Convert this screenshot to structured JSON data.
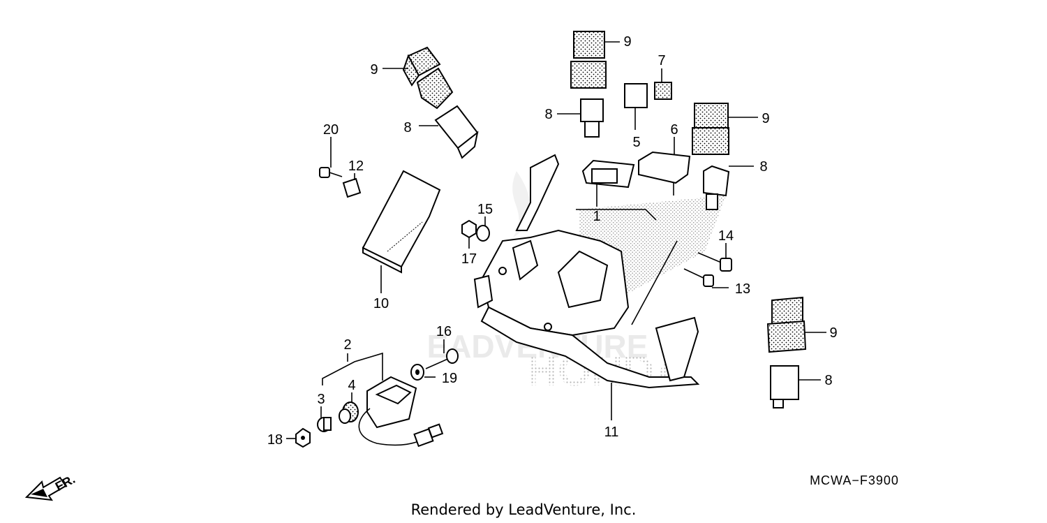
{
  "diagram": {
    "code": "MCWA−F3900",
    "credit": "Rendered by LeadVenture, Inc.",
    "direction_label": "FR.",
    "watermark": {
      "top": "EADVENTURE",
      "brand": "HONDA"
    },
    "callouts": [
      {
        "id": "c9a",
        "label": "9"
      },
      {
        "id": "c8a",
        "label": "8"
      },
      {
        "id": "c20",
        "label": "20"
      },
      {
        "id": "c12",
        "label": "12"
      },
      {
        "id": "c10",
        "label": "10"
      },
      {
        "id": "c9b",
        "label": "9"
      },
      {
        "id": "c8b",
        "label": "8"
      },
      {
        "id": "c7",
        "label": "7"
      },
      {
        "id": "c5",
        "label": "5"
      },
      {
        "id": "c6",
        "label": "6"
      },
      {
        "id": "c9c",
        "label": "9"
      },
      {
        "id": "c8c",
        "label": "8"
      },
      {
        "id": "c1",
        "label": "1"
      },
      {
        "id": "c15",
        "label": "15"
      },
      {
        "id": "c17",
        "label": "17"
      },
      {
        "id": "c14",
        "label": "14"
      },
      {
        "id": "c13",
        "label": "13"
      },
      {
        "id": "c9d",
        "label": "9"
      },
      {
        "id": "c8d",
        "label": "8"
      },
      {
        "id": "c16",
        "label": "16"
      },
      {
        "id": "c19",
        "label": "19"
      },
      {
        "id": "c2",
        "label": "2"
      },
      {
        "id": "c4",
        "label": "4"
      },
      {
        "id": "c3",
        "label": "3"
      },
      {
        "id": "c18",
        "label": "18"
      },
      {
        "id": "c11",
        "label": "11"
      }
    ]
  }
}
